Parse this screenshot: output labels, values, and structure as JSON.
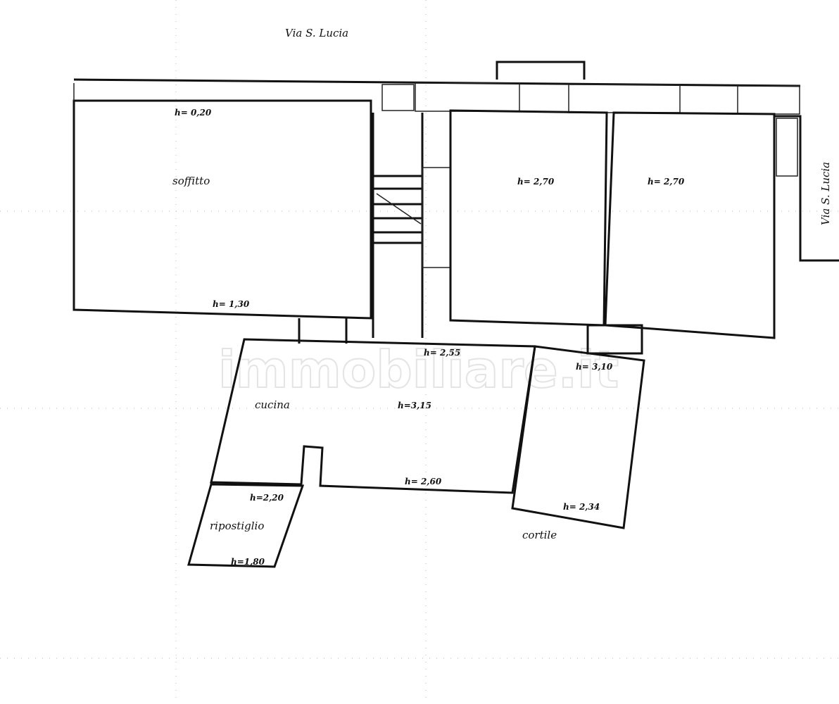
{
  "street_top": "Via S. Lucia",
  "street_right": "Via S. Lucia",
  "watermark": "immobiliare.it",
  "rooms": {
    "soffitto": {
      "name": "soffitto",
      "h_top": "h= 0,20",
      "h_bottom": "h= 1,30"
    },
    "room_middle": {
      "h": "h= 2,70"
    },
    "room_right": {
      "h": "h= 2,70"
    },
    "corridor": {
      "h": "h= 2,55"
    },
    "cucina": {
      "name": "cucina",
      "h": "h=3,15",
      "h_bottom": "h= 2,60"
    },
    "ripostiglio": {
      "name": "ripostiglio",
      "h_top": "h=2,20",
      "h_bottom": "h=1,80"
    },
    "cortile_room": {
      "h_top": "h= 3,10",
      "h_bottom": "h= 2,34"
    },
    "cortile": {
      "name": "cortile"
    }
  }
}
